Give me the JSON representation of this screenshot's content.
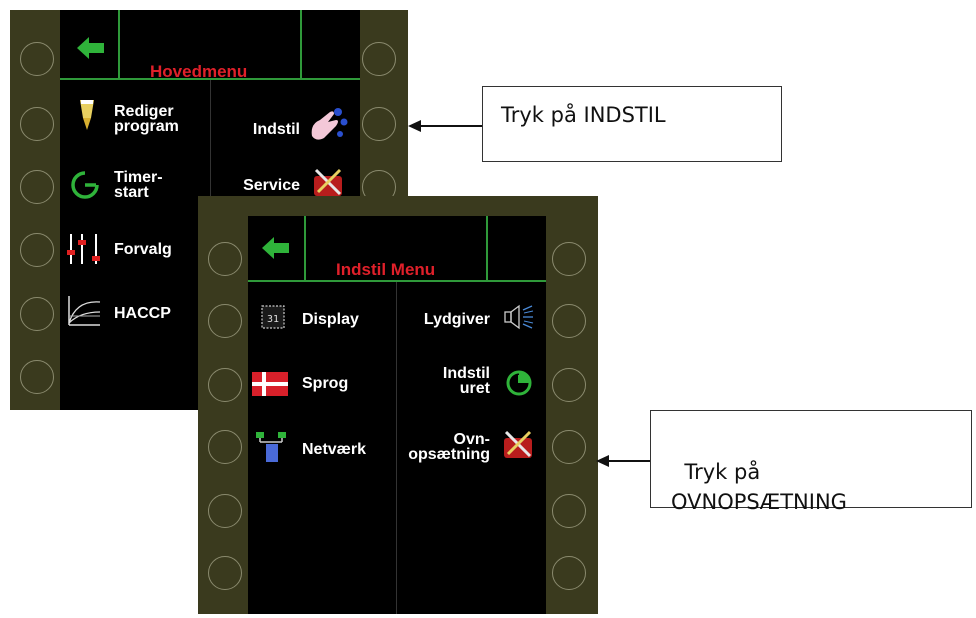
{
  "main_menu": {
    "title": "Hovedmenu",
    "items": {
      "rediger": "Rediger\nprogram",
      "timer": "Timer-\nstart",
      "forvalg": "Forvalg",
      "haccp": "HACCP",
      "indstil": "Indstil",
      "service": "Service"
    }
  },
  "settings_menu": {
    "title": "Indstil Menu",
    "items": {
      "display": "Display",
      "sprog": "Sprog",
      "netvaerk": "Netværk",
      "lydgiver": "Lydgiver",
      "indstil_uret": "Indstil\nuret",
      "ovnopsaetning": "Ovn-\nopsætning"
    }
  },
  "callouts": {
    "indstil": "Tryk på INDSTIL",
    "ovnopsaetning": "Tryk på\nOVNOPSÆTNING"
  },
  "colors": {
    "bezel": "#3a3a1e",
    "screen": "#000000",
    "accent_green": "#2f9a3a",
    "title_red": "#e0202a"
  }
}
